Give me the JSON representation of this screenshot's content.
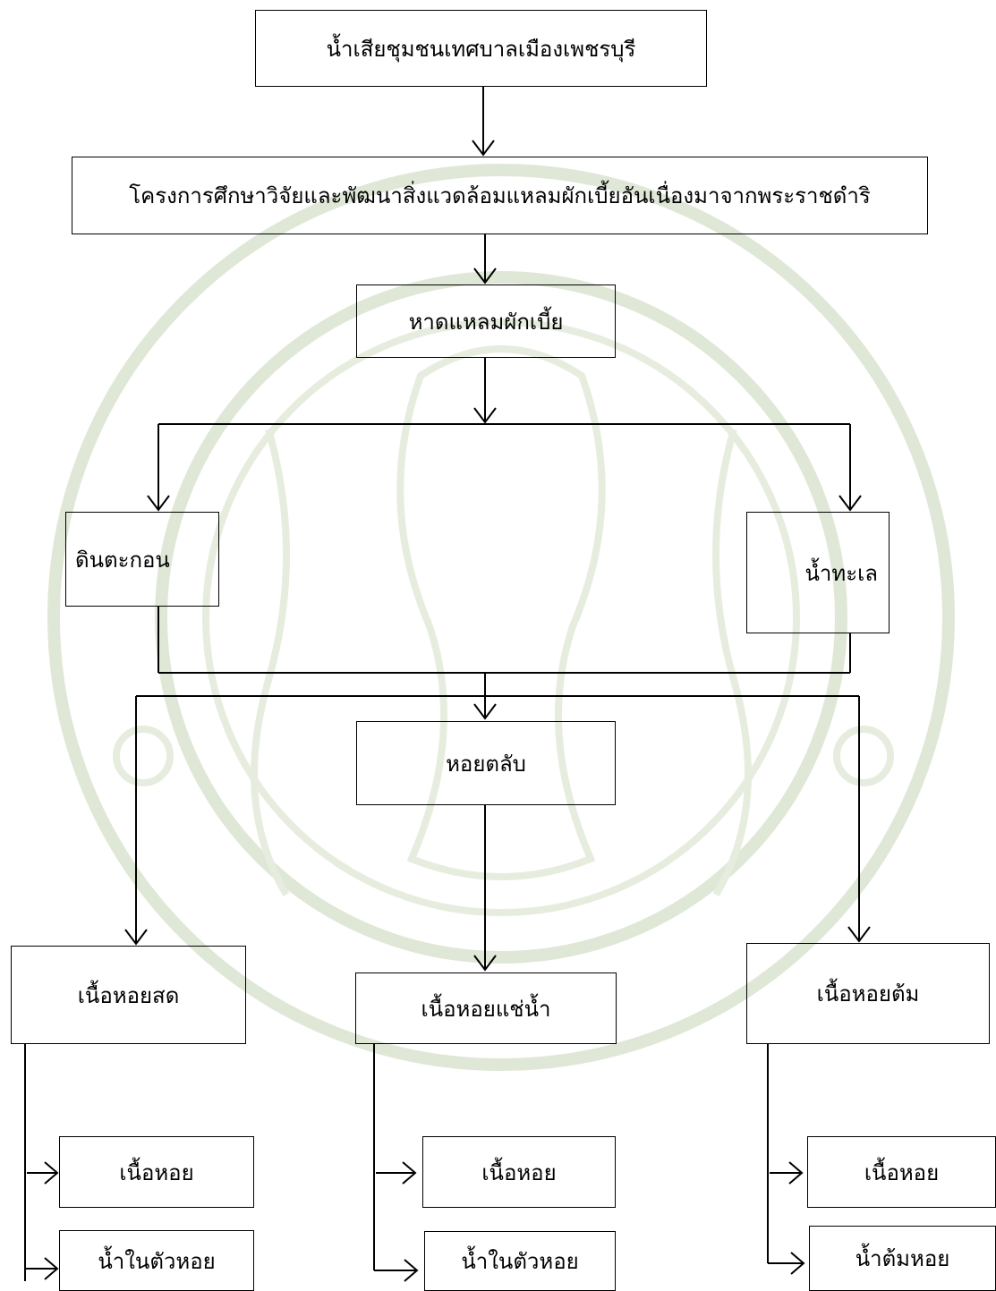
{
  "nodes": {
    "wastewater": "น้ำเสียชุมชนเทศบาลเมืองเพชรบุรี",
    "project": "โครงการศึกษาวิจัยและพัฒนาสิ่งแวดล้อมแหลมผักเบี้ยอันเนื่องมาจากพระราชดำริ",
    "beach": "หาดแหลมผักเบี้ย",
    "sediment": "ดินตะกอน",
    "seawater": "น้ำทะเล",
    "clam": "หอยตลับ",
    "fresh_meat": "เนื้อหอยสด",
    "soaked_meat": "เนื้อหอยแช่น้ำ",
    "boiled_meat": "เนื้อหอยต้ม",
    "fresh_sub_meat": "เนื้อหอย",
    "fresh_sub_water": "น้ำในตัวหอย",
    "soaked_sub_meat": "เนื้อหอย",
    "soaked_sub_water": "น้ำในตัวหอย",
    "boiled_sub_meat": "เนื้อหอย",
    "boiled_sub_water": "น้ำต้มหอย"
  },
  "watermark": {
    "color": "#dfe8d7",
    "icon": "university-seal-icon"
  }
}
